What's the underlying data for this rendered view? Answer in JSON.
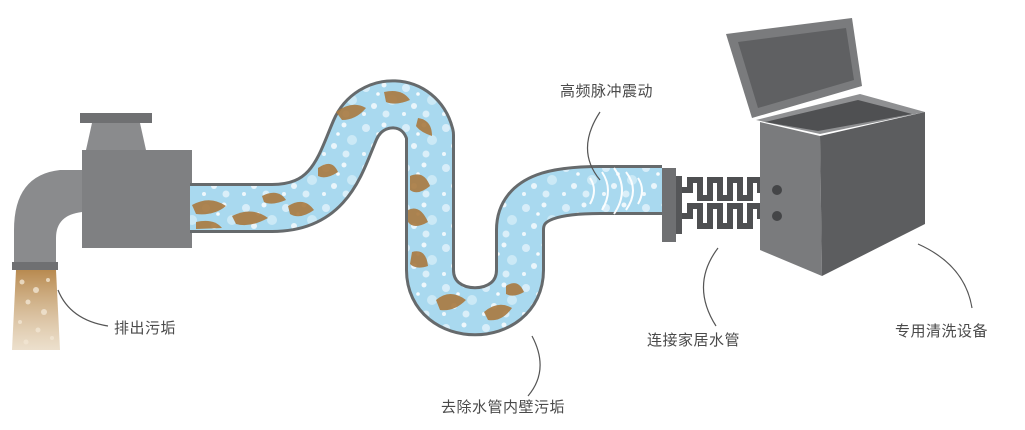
{
  "labels": {
    "discharge": "排出污垢",
    "remove_scale": "去除水管内壁污垢",
    "pulse": "高频脉冲震动",
    "connect": "连接家居水管",
    "equipment": "专用清洗设备"
  },
  "colors": {
    "faucet": "#8a8b8d",
    "faucet_dark": "#6f7072",
    "pipe_outline": "#666a6c",
    "water": "#a9d9ef",
    "sludge": "#a9793f",
    "machine_front": "#7a7b7d",
    "machine_side": "#5c5d5f",
    "leader_line": "#555555"
  }
}
